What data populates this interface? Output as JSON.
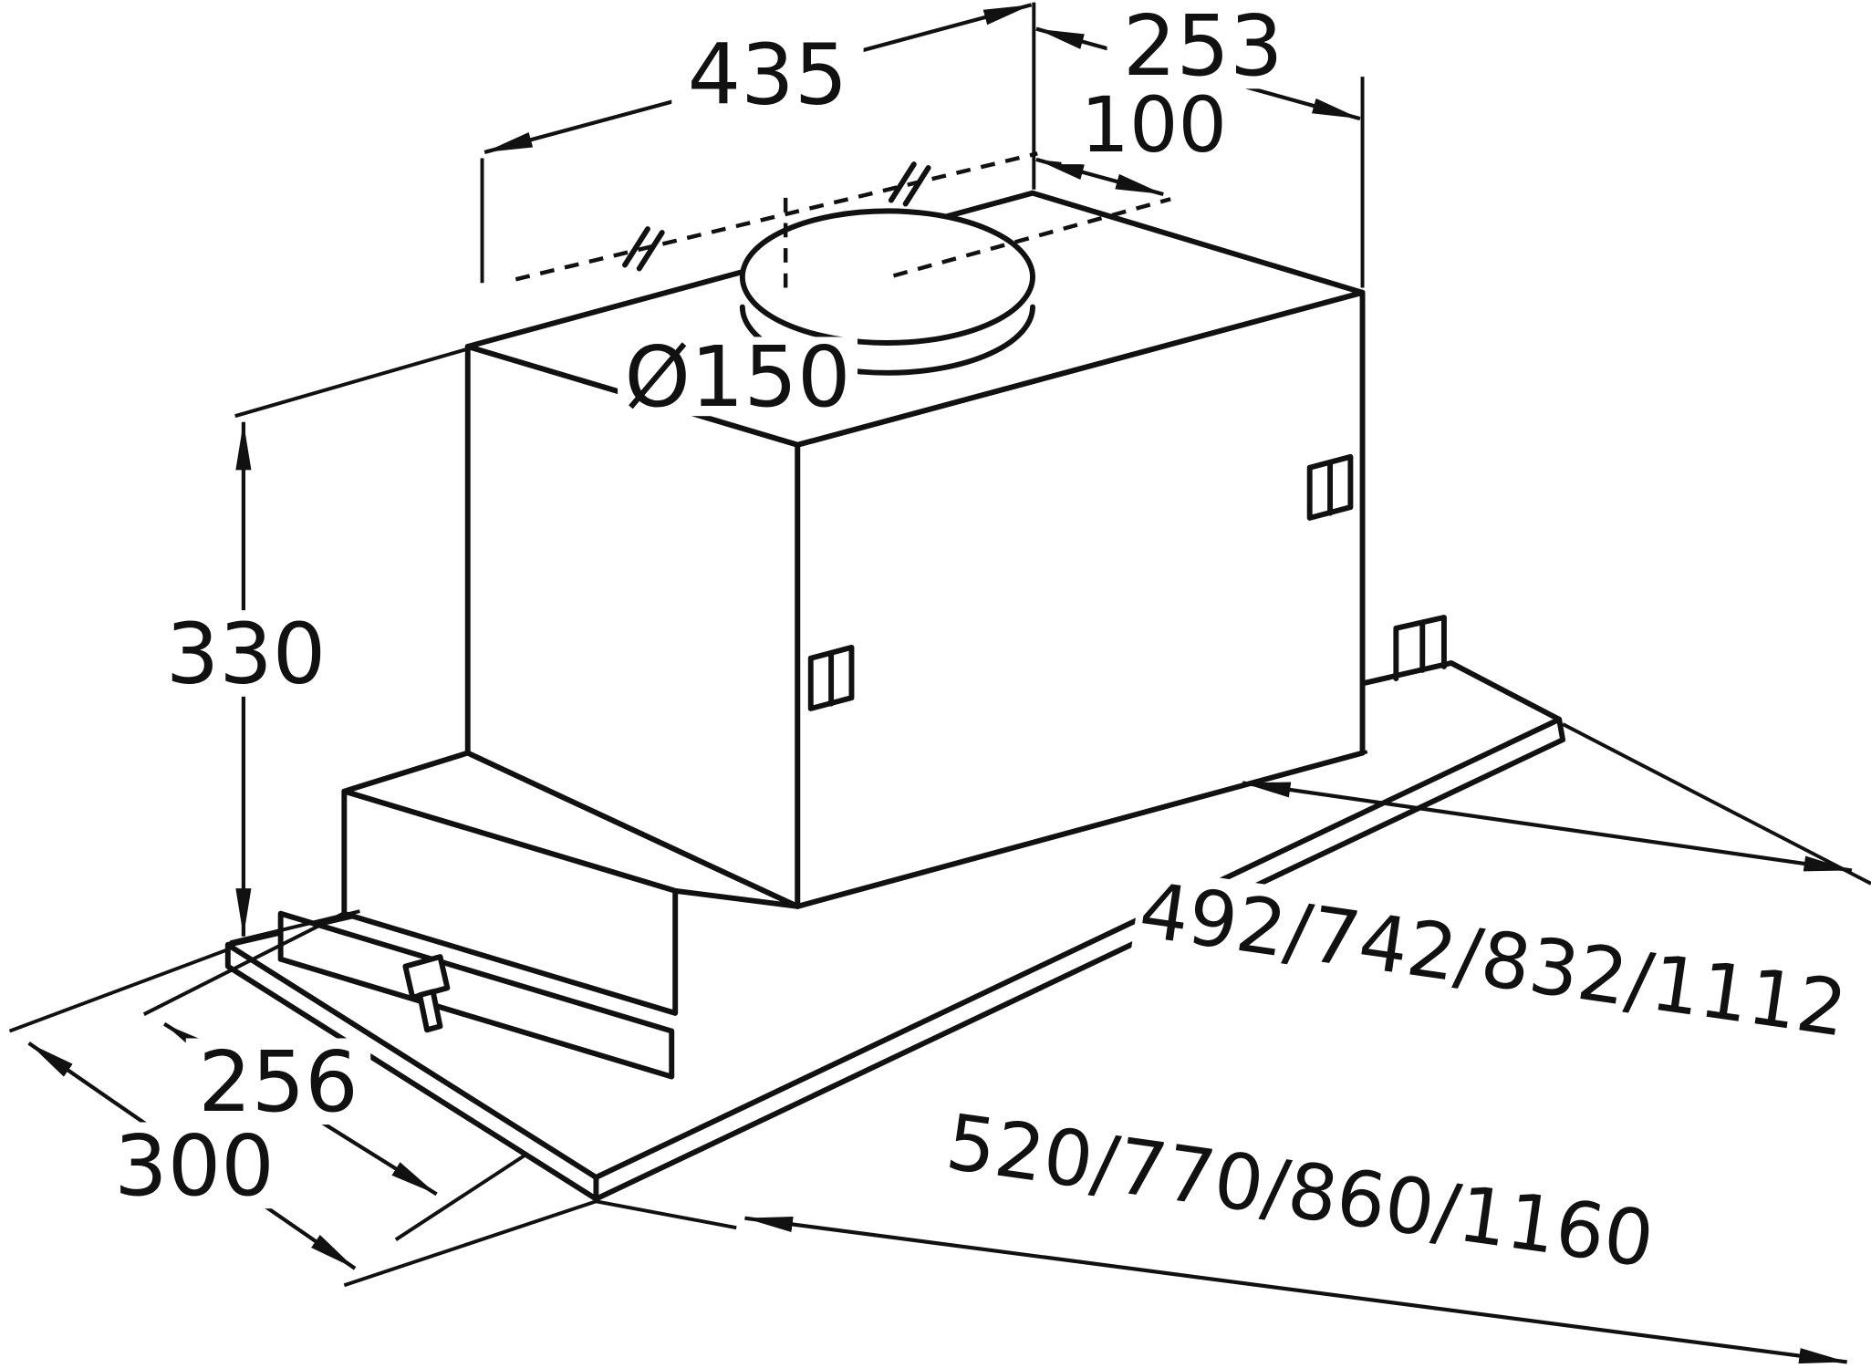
{
  "diagram": {
    "colors": {
      "line": "#111111",
      "background": "#ffffff"
    },
    "dims": {
      "width_top": "435",
      "depth_top": "253",
      "duct_to_rear": "100",
      "duct_diameter": "Ø150",
      "height": "330",
      "visor_depth": "256",
      "depth_total": "300",
      "body_widths": "492/742/832/1112",
      "overall_widths": "520/770/860/1160"
    }
  }
}
